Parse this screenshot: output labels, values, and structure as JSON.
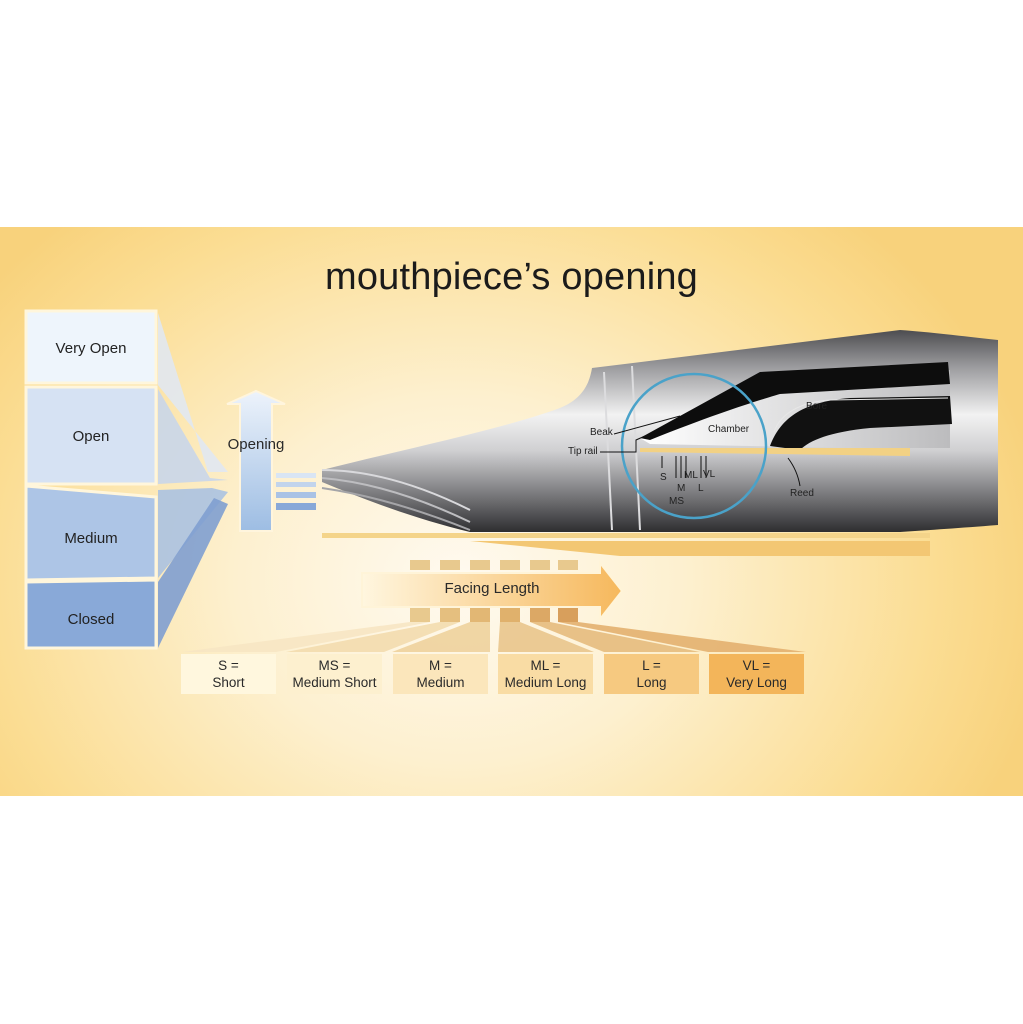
{
  "title": "mouthpiece’s opening",
  "openings": [
    "Very Open",
    "Open",
    "Medium",
    "Closed"
  ],
  "opening_arrow_label": "Opening",
  "facing_arrow_label": "Facing Length",
  "facings": [
    {
      "code": "S =",
      "name": "Short"
    },
    {
      "code": "MS =",
      "name": "Medium Short"
    },
    {
      "code": "M =",
      "name": "Medium"
    },
    {
      "code": "ML =",
      "name": "Medium Long"
    },
    {
      "code": "L =",
      "name": "Long"
    },
    {
      "code": "VL =",
      "name": "Very Long"
    }
  ],
  "mouthpiece_labels": {
    "beak": "Beak",
    "tip_rail": "Tip rail",
    "chamber": "Chamber",
    "bore": "Bore",
    "reed": "Reed",
    "marks": [
      "S",
      "MS",
      "M",
      "ML",
      "L",
      "VL"
    ]
  },
  "colors": {
    "background_gold": "#fbdd93",
    "opening_blue": "#8fb0da",
    "facing_orange": "#f3b55a"
  }
}
